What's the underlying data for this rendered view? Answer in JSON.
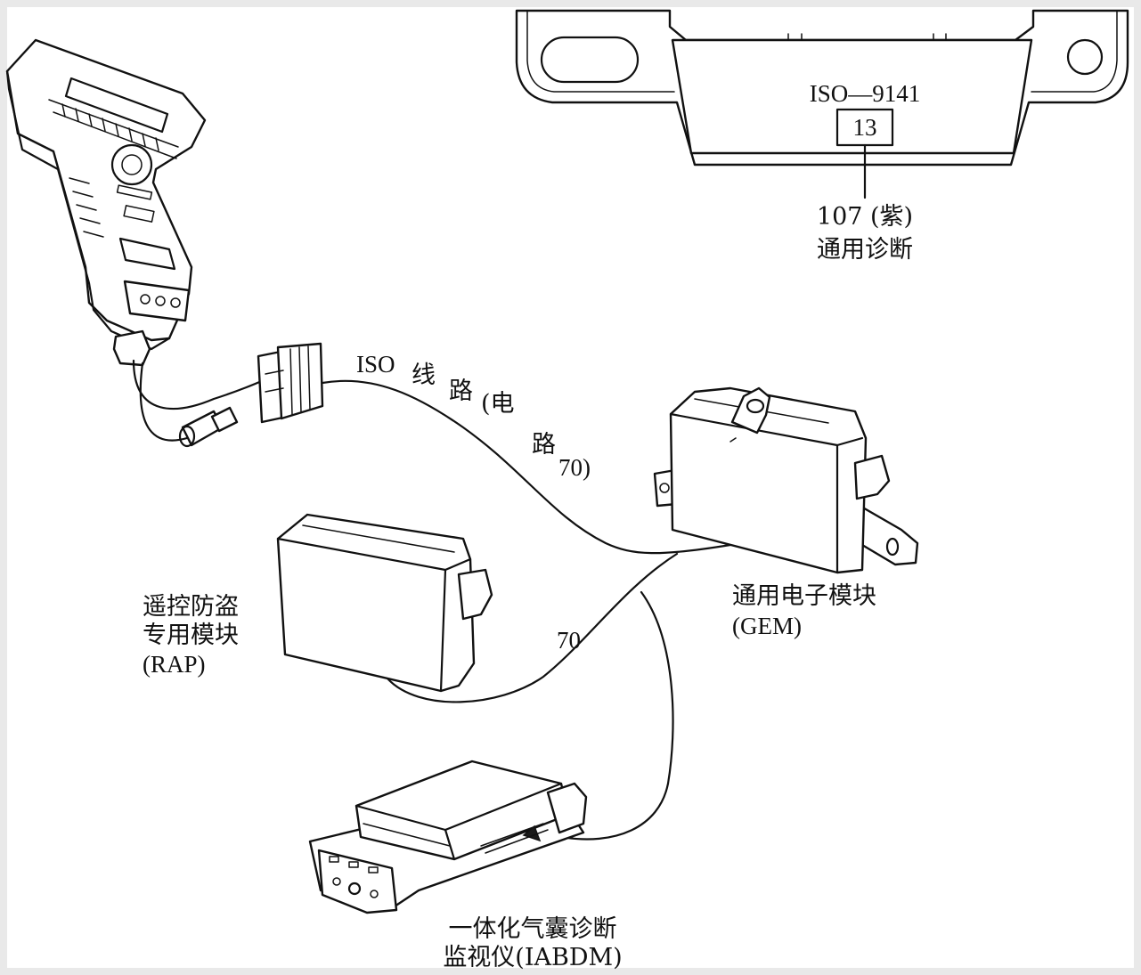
{
  "connector": {
    "standard": "ISO—9141",
    "pin": "13",
    "wire_line1": "107 (紫)",
    "wire_line2": "通用诊断"
  },
  "circuit_label": {
    "part1": "ISO",
    "part2": "线",
    "part3": "路",
    "part4": "(电",
    "part5": "路",
    "part6": "70)"
  },
  "wire_label_lower": "70",
  "modules": {
    "gem": {
      "name": "通用电子模块",
      "abbr": "(GEM)"
    },
    "rap": {
      "line1": "遥控防盗",
      "line2": "专用模块",
      "abbr": "(RAP)"
    },
    "iabdm": {
      "line1": "一体化气囊诊断",
      "line2": "监视仪(IABDM)"
    }
  },
  "colors": {
    "background": "#e9e9e9",
    "line": "#111111",
    "fill": "#ffffff"
  }
}
